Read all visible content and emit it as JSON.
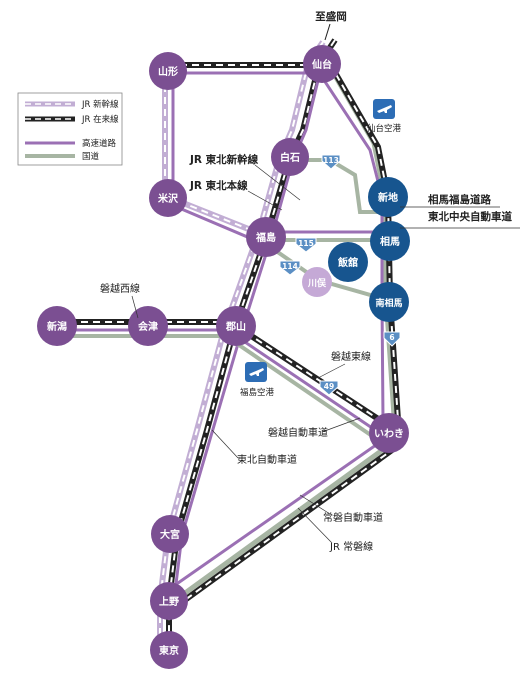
{
  "direction_label": "至盛岡",
  "legend": {
    "shinkansen": "JR 新幹線",
    "conventional": "JR 在来線",
    "expressway": "高速道路",
    "national_road": "国道"
  },
  "colors": {
    "purple_node": "#7b4f92",
    "blue_node": "#17558f",
    "light_node": "#c5a9d6",
    "expressway": "#9b70b4",
    "national_road": "#a7b5a3",
    "shinkansen": "#c2aed4",
    "rail": "#222222",
    "shield": "#5b8fc4"
  },
  "cities": {
    "sendai": "仙台",
    "yamagata": "山形",
    "shiroishi": "白石",
    "yonezawa": "米沢",
    "fukushima": "福島",
    "shinchi": "新地",
    "soma": "相馬",
    "iitate": "飯舘",
    "kawamata": "川俣",
    "minamisoma": "南相馬",
    "niigata": "新潟",
    "aizu": "会津",
    "koriyama": "郡山",
    "iwaki": "いわき",
    "omiya": "大宮",
    "ueno": "上野",
    "tokyo": "東京"
  },
  "airports": {
    "sendai": "仙台空港",
    "fukushima": "福島空港"
  },
  "shields": [
    "113",
    "115",
    "114",
    "6",
    "49"
  ],
  "labels": {
    "tohoku_shinkansen": "JR 東北新幹線",
    "tohoku_main": "JR 東北本線",
    "soma_fukushima_road": "相馬福島道路",
    "tohoku_chuo_expressway": "東北中央自動車道",
    "banetsu_west": "磐越西線",
    "banetsu_east": "磐越東線",
    "banetsu_expressway": "磐越自動車道",
    "tohoku_expressway": "東北自動車道",
    "joban_expressway": "常磐自動車道",
    "jr_joban": "JR 常磐線"
  }
}
